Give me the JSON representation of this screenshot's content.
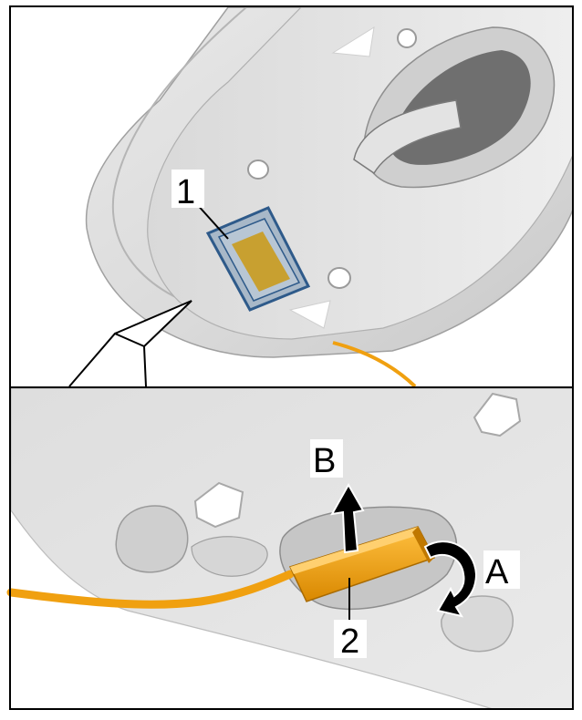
{
  "panels": [
    {
      "id": "top",
      "callouts": [
        {
          "label": "1"
        }
      ]
    },
    {
      "id": "bottom",
      "callouts": [
        {
          "label": "B"
        },
        {
          "label": "A"
        },
        {
          "label": "2"
        }
      ]
    }
  ],
  "colors": {
    "background": "#ffffff",
    "frame": "#000000",
    "surface_light": "#efefef",
    "surface_mid": "#d3d3d3",
    "surface_dark": "#9a9a9a",
    "cable": "#f0a010",
    "connector": "#f5a800",
    "sensor_frame": "#2e5a8a",
    "sensor_pad": "#c8a030"
  },
  "icons": [
    "curved-arrow-icon",
    "straight-arrow-icon"
  ]
}
